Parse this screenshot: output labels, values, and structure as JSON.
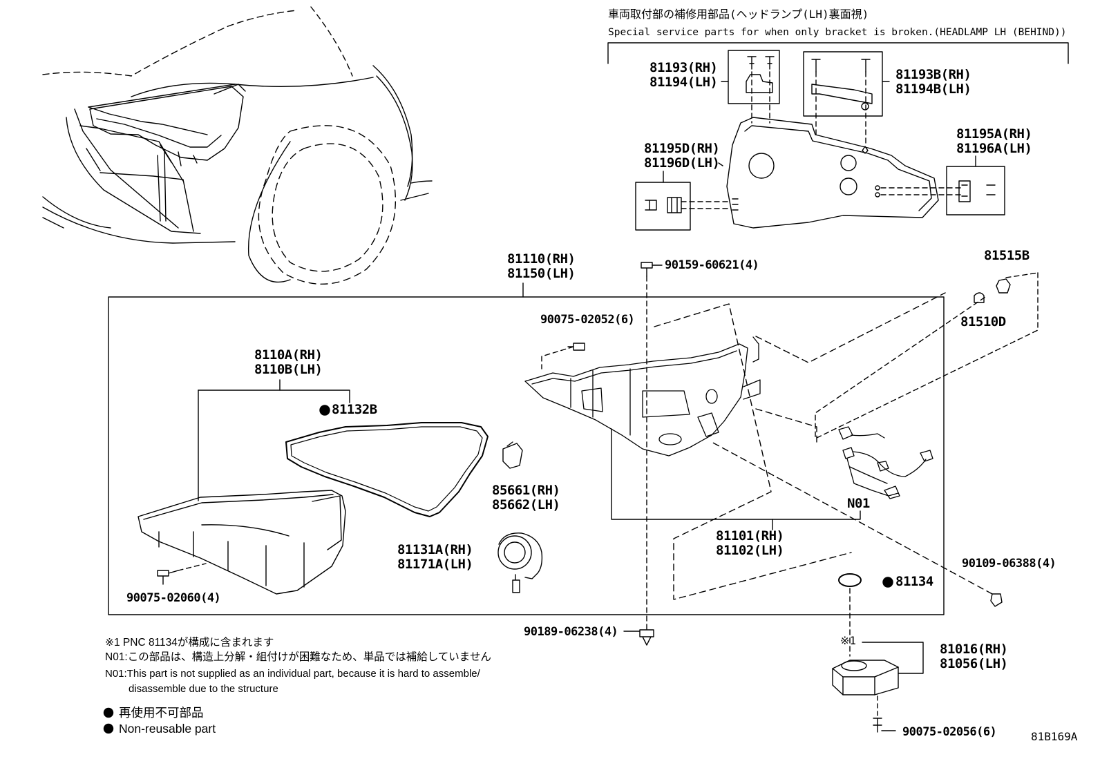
{
  "header": {
    "title_ja": "車両取付部の補修用部品(ヘッドランプ(LH)裏面視)",
    "title_en": "Special service parts for when only bracket is broken.(HEADLAMP LH (BEHIND))"
  },
  "parts": {
    "p81193": [
      "81193(RH)",
      "81194(LH)"
    ],
    "p81193B": [
      "81193B(RH)",
      "81194B(LH)"
    ],
    "p81195D": [
      "81195D(RH)",
      "81196D(LH)"
    ],
    "p81195A": [
      "81195A(RH)",
      "81196A(LH)"
    ],
    "p81110": [
      "81110(RH)",
      "81150(LH)"
    ],
    "p90159": "90159-60621(4)",
    "p81515B": "81515B",
    "p81510D": "81510D",
    "p90075_02052": "90075-02052(6)",
    "p8110A": [
      "8110A(RH)",
      "8110B(LH)"
    ],
    "p81132B": "81132B",
    "p85661": [
      "85661(RH)",
      "85662(LH)"
    ],
    "pN01": "N01",
    "p81101": [
      "81101(RH)",
      "81102(LH)"
    ],
    "p81131A": [
      "81131A(RH)",
      "81171A(LH)"
    ],
    "p90109": "90109-06388(4)",
    "p81134": "81134",
    "p90075_02060": "90075-02060(4)",
    "p90189": "90189-06238(4)",
    "mark1": "※1",
    "p81016": [
      "81016(RH)",
      "81056(LH)"
    ],
    "p90075_02056": "90075-02056(6)"
  },
  "notes": {
    "n1": "※1 PNC 81134が構成に含まれます",
    "n2": "N01:この部品は、構造上分解・組付けが困難なため、単品では補給していません",
    "n3": "N01:This part is not supplied as an individual part, because it is hard to assemble/",
    "n4": "disassemble due to the structure"
  },
  "legend": {
    "ja": "再使用不可部品",
    "en": "Non-reusable part"
  },
  "figure_id": "81B169A"
}
